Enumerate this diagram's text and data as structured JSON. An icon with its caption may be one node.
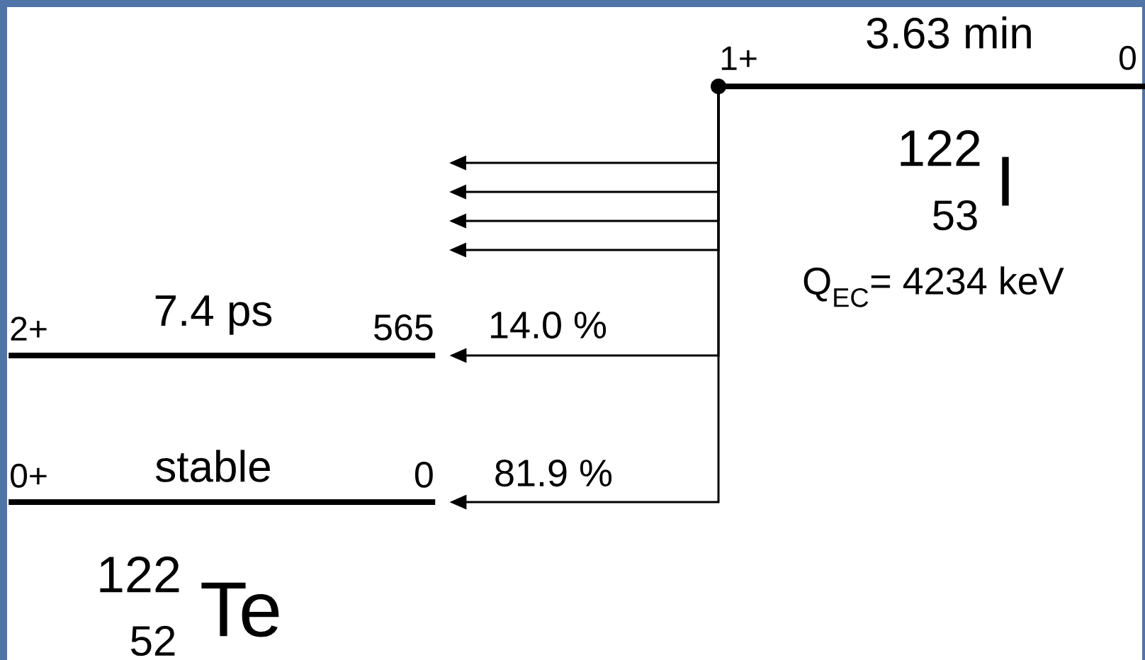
{
  "diagram": {
    "nodes": [
      {
        "text": [
          "1+",
          "3.63 min",
          "0"
        ]
      },
      {
        "text": [
          "2+",
          "7.4 ps",
          "565"
        ]
      },
      {
        "text": [
          "0+",
          "stable",
          "0"
        ]
      }
    ],
    "edges": [
      {
        "from": 0,
        "to": null,
        "arrow": "to"
      },
      {
        "from": 0,
        "to": null,
        "arrow": "to"
      },
      {
        "from": 0,
        "to": null,
        "arrow": "to"
      },
      {
        "from": 0,
        "to": null,
        "arrow": "to"
      },
      {
        "from": 0,
        "to": 1,
        "arrow": "to",
        "label": "14.0 %"
      },
      {
        "from": 0,
        "to": 2,
        "arrow": "to",
        "label": "81.9 %"
      }
    ],
    "labels": [
      "122",
      "53",
      "I",
      "Q$_{EC}$= 4234 keV",
      "122",
      "52",
      "Te"
    ]
  }
}
